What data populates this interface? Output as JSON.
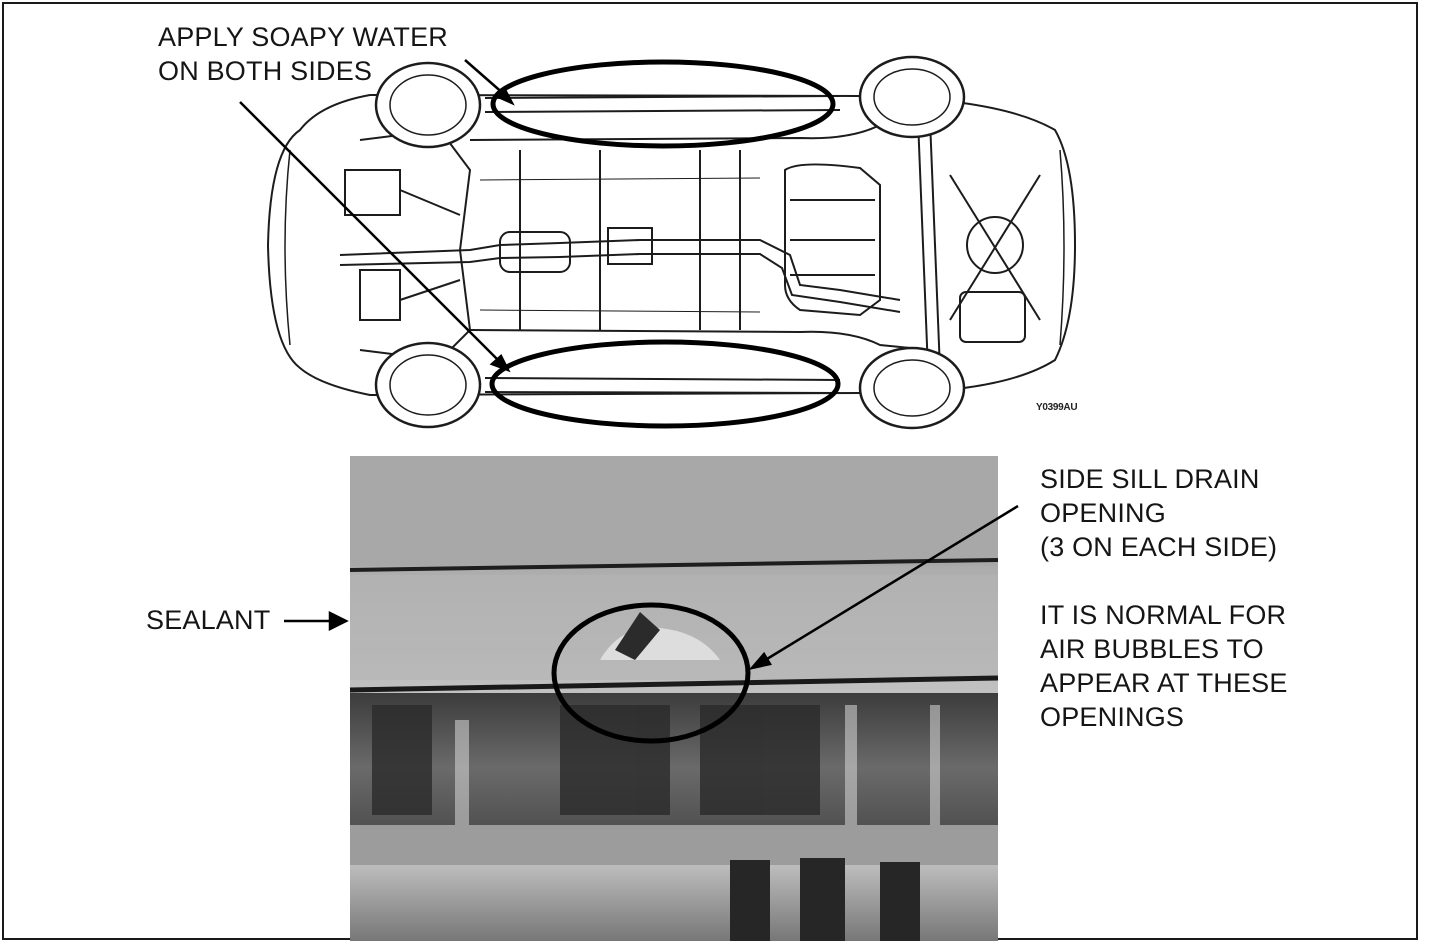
{
  "annotations": {
    "apply_soapy_water": [
      "APPLY SOAPY WATER",
      "ON BOTH SIDES"
    ],
    "side_sill_drain": [
      "SIDE SILL DRAIN",
      "OPENING",
      "(3 ON EACH SIDE)"
    ],
    "air_bubbles_note": [
      "IT IS NORMAL FOR",
      "AIR BUBBLES TO",
      "APPEAR AT THESE",
      "OPENINGS"
    ],
    "sealant": "SEALANT",
    "figure_code": "Y0399AU"
  },
  "colors": {
    "ink": "#111111",
    "photo_dark": "#3a3a3a",
    "photo_mid": "#8a8a8a",
    "photo_light": "#c9c9c9"
  }
}
